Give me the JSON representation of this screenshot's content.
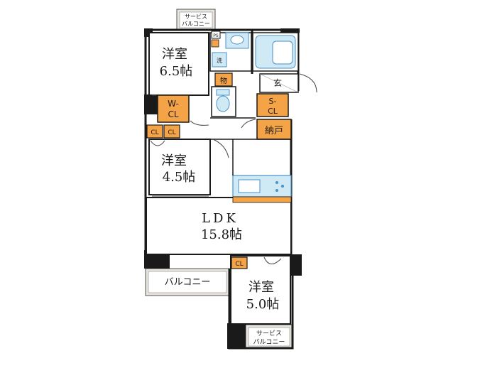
{
  "colors": {
    "wall": "#1a1a1a",
    "storage_fill": "#f4a347",
    "balcony_fill": "#e8e4de",
    "wet_fill": "#cfe9f5",
    "wet_stroke": "#4a90c8",
    "room_fill": "#ffffff"
  },
  "rooms": {
    "western_room_a": {
      "name": "洋室",
      "size": "6.5帖"
    },
    "western_room_b": {
      "name": "洋室",
      "size": "4.5帖"
    },
    "western_room_c": {
      "name": "洋室",
      "size": "5.0帖"
    },
    "ldk": {
      "name": "LDK",
      "size": "15.8帖"
    }
  },
  "storage": {
    "walk_in_closet": [
      "W-",
      "CL"
    ],
    "shoes_closet": [
      "S-",
      "CL"
    ],
    "pantry": "納戸",
    "closet": "CL",
    "storage_room": "物",
    "washer": "洗",
    "pipe_space": "PS"
  },
  "entrance": "玄",
  "balcony": "バルコニー",
  "service_balcony": [
    "サービス",
    "バルコニー"
  ]
}
